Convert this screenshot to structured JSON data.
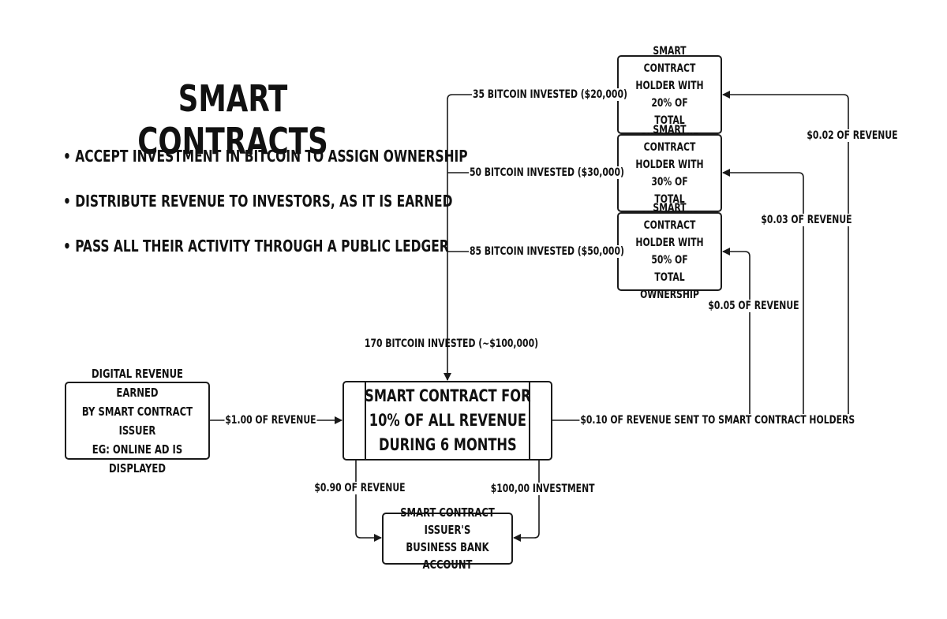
{
  "title": "SMART CONTRACTS",
  "bullets": [
    "• ACCEPT INVESTMENT IN BITCOIN TO ASSIGN OWNERSHIP",
    "• DISTRIBUTE REVENUE TO INVESTORS, AS IT IS EARNED",
    "• PASS ALL THEIR ACTIVITY THROUGH A PUBLIC LEDGER"
  ],
  "nodes": {
    "holder20": "SMART CONTRACT\nHOLDER WITH 20% OF\nTOTAL OWNERSHIP",
    "holder30": "SMART CONTRACT\nHOLDER WITH 30% OF\nTOTAL OWNERSHIP",
    "holder50": "SMART CONTRACT\nHOLDER WITH 50% OF\nTOTAL OWNERSHIP",
    "revenue_source": "DIGITAL REVENUE EARNED\nBY SMART CONTRACT ISSUER\nEG: ONLINE AD IS DISPLAYED",
    "smart_contract": "SMART CONTRACT FOR\n10% OF ALL REVENUE\nDURING 6 MONTHS",
    "bank_account": "SMART CONTRACT ISSUER'S\nBUSINESS BANK ACCOUNT"
  },
  "edges": {
    "invest35": "35 BITCOIN INVESTED ($20,000)",
    "invest50": "50 BITCOIN INVESTED ($30,000)",
    "invest85": "85 BITCOIN INVESTED ($50,000)",
    "invest170": "170 BITCOIN INVESTED (~$100,000)",
    "revenue_in": "$1.00 OF REVENUE",
    "revenue_out": "$0.10 OF REVENUE SENT TO SMART CONTRACT HOLDERS",
    "rev002": "$0.02 OF REVENUE",
    "rev003": "$0.03 OF REVENUE",
    "rev005": "$0.05 OF REVENUE",
    "rev090": "$0.90 OF REVENUE",
    "investment_bank": "$100,00 INVESTMENT"
  }
}
